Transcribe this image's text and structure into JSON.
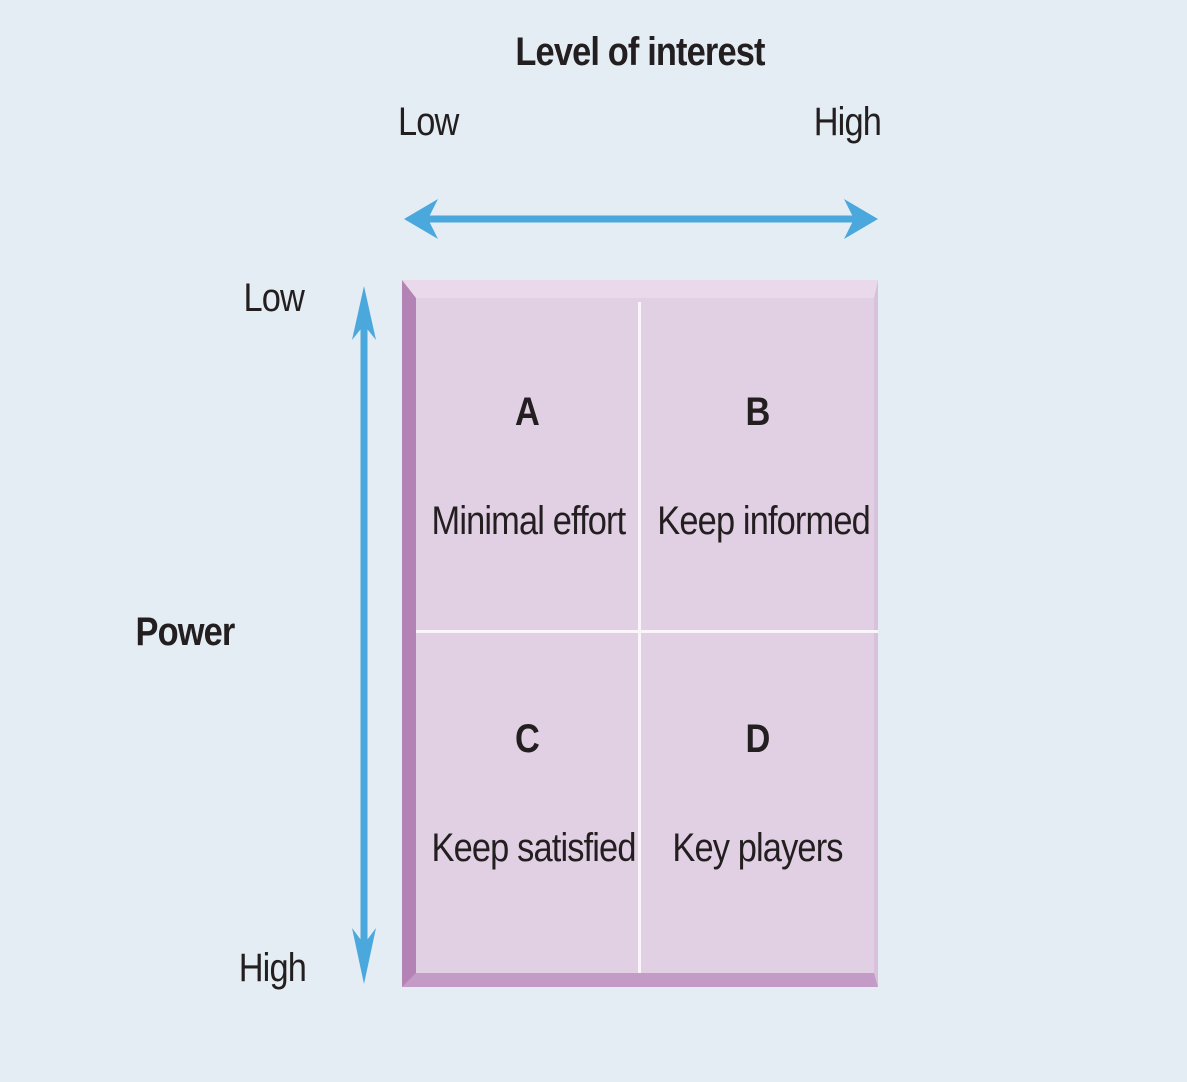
{
  "x_axis": {
    "title": "Level of interest",
    "low": "Low",
    "high": "High"
  },
  "y_axis": {
    "title": "Power",
    "low": "Low",
    "high": "High"
  },
  "quadrants": [
    {
      "letter": "A",
      "label": "Minimal effort"
    },
    {
      "letter": "B",
      "label": "Keep informed"
    },
    {
      "letter": "C",
      "label": "Keep satisfied"
    },
    {
      "letter": "D",
      "label": "Key players"
    }
  ],
  "colors": {
    "background": "#e5edf4",
    "arrow": "#4aa8dc",
    "matrix_fill": "#e1cfe3",
    "matrix_edge": "#b483b6",
    "divider": "#fbf5fb",
    "text": "#231f20"
  }
}
